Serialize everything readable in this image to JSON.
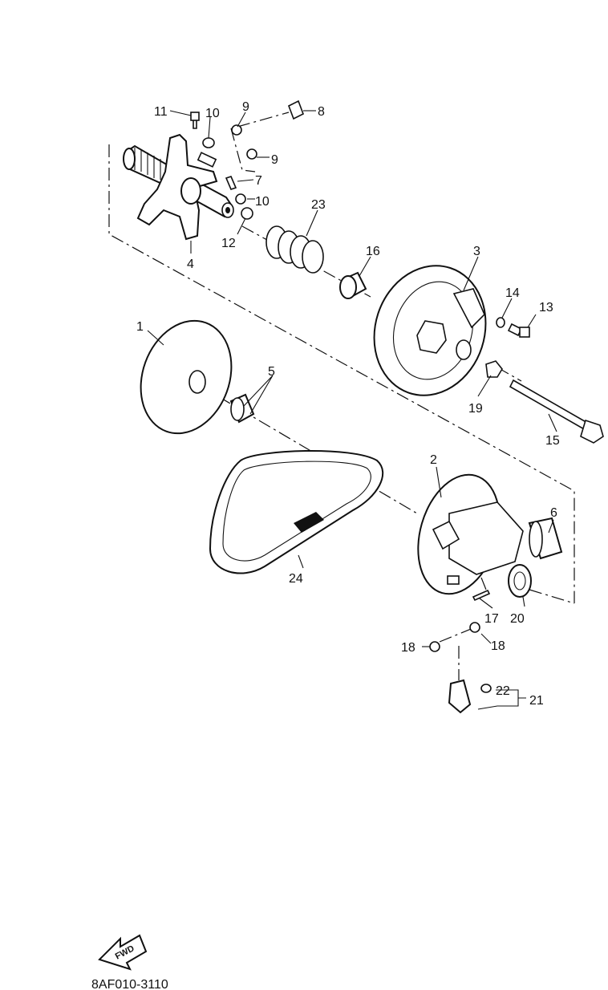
{
  "diagram": {
    "part_labels": [
      {
        "id": "label-1",
        "text": "1"
      },
      {
        "id": "label-2",
        "text": "2"
      },
      {
        "id": "label-3",
        "text": "3"
      },
      {
        "id": "label-4",
        "text": "4"
      },
      {
        "id": "label-5",
        "text": "5"
      },
      {
        "id": "label-6",
        "text": "6"
      },
      {
        "id": "label-7",
        "text": "7"
      },
      {
        "id": "label-8",
        "text": "8"
      },
      {
        "id": "label-9a",
        "text": "9"
      },
      {
        "id": "label-9b",
        "text": "9"
      },
      {
        "id": "label-10a",
        "text": "10"
      },
      {
        "id": "label-10b",
        "text": "10"
      },
      {
        "id": "label-11",
        "text": "11"
      },
      {
        "id": "label-12",
        "text": "12"
      },
      {
        "id": "label-13",
        "text": "13"
      },
      {
        "id": "label-14",
        "text": "14"
      },
      {
        "id": "label-15",
        "text": "15"
      },
      {
        "id": "label-16",
        "text": "16"
      },
      {
        "id": "label-17",
        "text": "17"
      },
      {
        "id": "label-18a",
        "text": "18"
      },
      {
        "id": "label-18b",
        "text": "18"
      },
      {
        "id": "label-19",
        "text": "19"
      },
      {
        "id": "label-20",
        "text": "20"
      },
      {
        "id": "label-21",
        "text": "21"
      },
      {
        "id": "label-22",
        "text": "22"
      },
      {
        "id": "label-23",
        "text": "23"
      },
      {
        "id": "label-24",
        "text": "24"
      }
    ],
    "direction_badge": "FWD",
    "diagram_code": "8AF010-3110"
  }
}
